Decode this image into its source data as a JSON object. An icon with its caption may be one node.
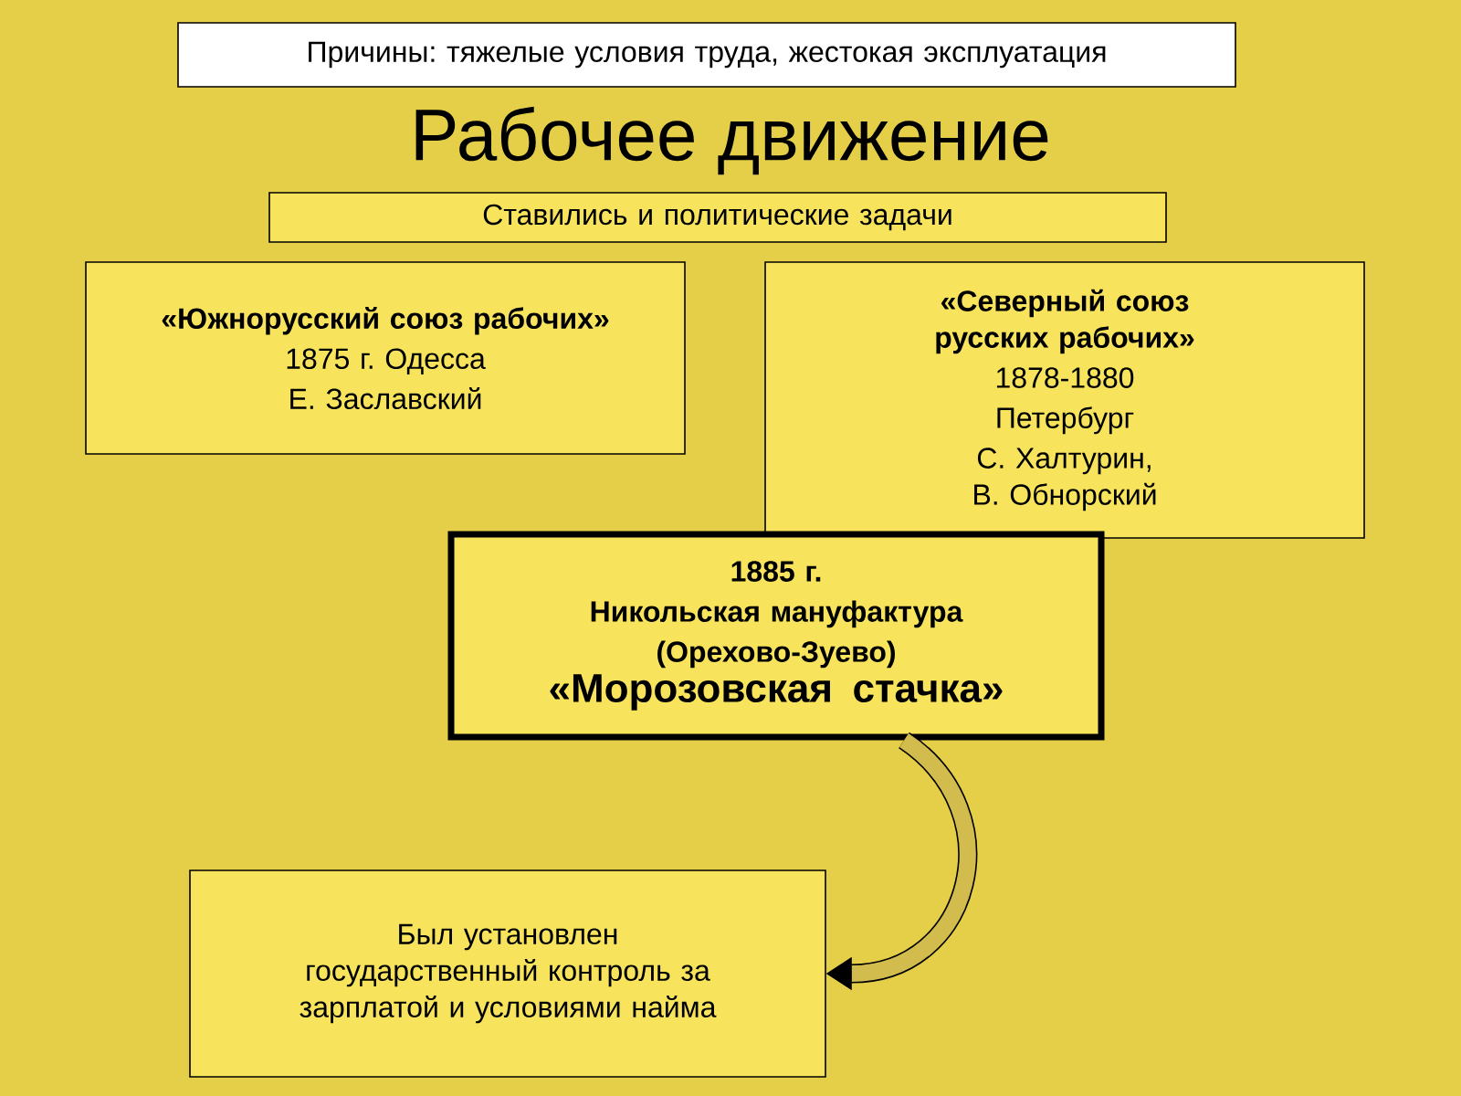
{
  "diagram": {
    "title": "Рабочее движение",
    "nodes": [
      {
        "text": [
          "Причины: тяжелые условия труда, жестокая эксплуатация"
        ]
      },
      {
        "text": [
          "Ставились и политические задачи"
        ]
      },
      {
        "text": [
          "«Южнорусский союз рабочих»",
          "1875 г. Одесса",
          "Е. Заславский"
        ]
      },
      {
        "text": [
          "«Северный союз русских рабочих»",
          "1878-1880",
          "Петербург",
          "С. Халтурин, В. Обнорский"
        ]
      },
      {
        "text": [
          "1885 г.",
          "Никольская мануфактура",
          "(Орехово-Зуево)",
          "«Морозовская стачка»"
        ]
      },
      {
        "text": [
          "Был установлен государственный контроль за зарплатой и условиями найма"
        ]
      }
    ],
    "edges": [
      {
        "from": 4,
        "to": 5,
        "arrow": "to"
      }
    ]
  }
}
